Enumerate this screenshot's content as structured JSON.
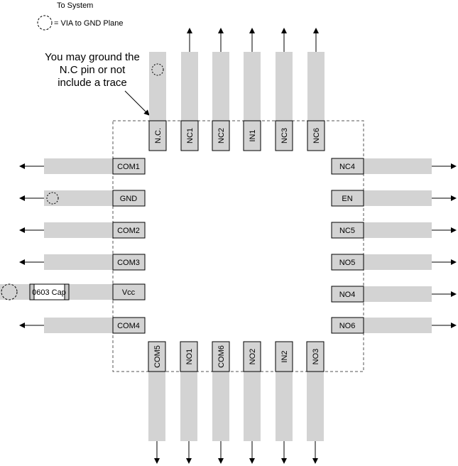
{
  "legend": {
    "top_text": "To System",
    "via_text": "= VIA to GND Plane"
  },
  "note": {
    "line1": "You may ground the",
    "line2": "N.C pin or not",
    "line3": "include a trace"
  },
  "pins": {
    "nc": "N.C.",
    "nc1": "NC1",
    "nc2": "NC2",
    "in1": "IN1",
    "nc3": "NC3",
    "nc6": "NC6",
    "com1": "COM1",
    "gnd": "GND",
    "com2": "COM2",
    "com3": "COM3",
    "vcc": "Vcc",
    "com4": "COM4",
    "nc4": "NC4",
    "en": "EN",
    "nc5": "NC5",
    "no5": "NO5",
    "no4": "NO4",
    "no6": "NO6",
    "com5": "COM5",
    "no1": "NO1",
    "com6": "COM6",
    "no2": "NO2",
    "in2": "IN2",
    "no3": "NO3"
  },
  "capacitor": {
    "label": "0603 Cap"
  },
  "colors": {
    "trace": "#d3d3d3",
    "pad": "#d3d3d3",
    "outline": "#555555"
  }
}
